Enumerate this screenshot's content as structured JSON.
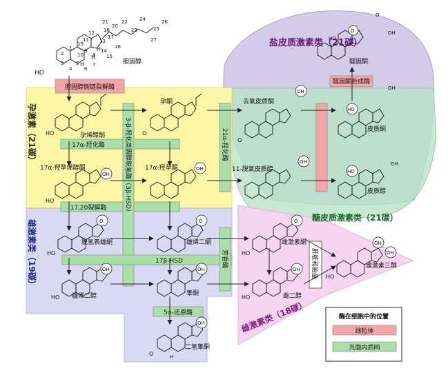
{
  "colors": {
    "corticoid_region": "#c8bfe2",
    "gluco_region": "#b8e4c6",
    "pregnane_region": "#fbf6a4",
    "androgen_region": "#d9d9f3",
    "estrogen_region": "#f5d0f0",
    "mitochondria": "#f4a6a6",
    "smooth_er": "#a8e0a8",
    "mineralo_title": "#6a1b7a",
    "gluco_title": "#1b6a2a",
    "androgen_title": "#1a2a8a",
    "estrogen_title": "#8a1a7a"
  },
  "groups": {
    "mineralocorticoids": "盐皮质激素类（21碳）",
    "glucocorticoids": "糖皮质激素类（21碳）",
    "pregnanes": "孕激素（21碳）",
    "androgens": "雄激素类（19碳）",
    "estrogens": "雌激素类（18碳）"
  },
  "compounds": {
    "cholesterol": "胆固醇",
    "pregnenolone": "孕烯醇酮",
    "progesterone": "孕酮",
    "deoxycorticosterone": "去氧皮质酮",
    "corticosterone": "皮质酮",
    "aldosterone": "醛固酮",
    "hydroxypregnenolone": "17α-羟孕烯醇酮",
    "hydroxyprogesterone": "17α-羟孕酮",
    "deoxycortisol": "11-脱氧皮质醇",
    "cortisol": "皮质醇",
    "dhea": "脱氢表雄酮",
    "androstenedione": "雄烯二酮",
    "estrone": "雌激素酮",
    "estriol": "雌激素三醇",
    "androstenediol": "雄烯二醇",
    "testosterone": "睾酮",
    "estradiol": "雌二醇",
    "dht": "二氢睾酮"
  },
  "enzymes": {
    "scc": "胆固醇侧链裂解酶",
    "hydroxylase17": "17α-羟化酶",
    "lyase": "17,20裂解酶",
    "hsd3b": "3-β-羟化类固醇脱氢酶（3β-HSD）",
    "hydroxylase21": "21α-羟化酶",
    "aldo_synthase": "醛固酮合成酶",
    "hsd17b": "17β-HSD",
    "aromatase": "芳香酶",
    "liver": "肝脏和胎盘",
    "reductase": "5α-还原酶"
  },
  "carbon_numbers": [
    "1",
    "2",
    "3",
    "4",
    "5",
    "6",
    "7",
    "8",
    "9",
    "10",
    "11",
    "12",
    "13",
    "14",
    "15",
    "16",
    "17",
    "18",
    "19",
    "20",
    "21",
    "22",
    "23",
    "24",
    "25",
    "26",
    "27"
  ],
  "atom_labels": {
    "ho": "HO",
    "h": "H",
    "o": "O",
    "oh": "OH"
  },
  "legend": {
    "title": "酶在细胞中的位置",
    "mitochondria": "线粒体",
    "smooth_er": "光面内质网"
  }
}
